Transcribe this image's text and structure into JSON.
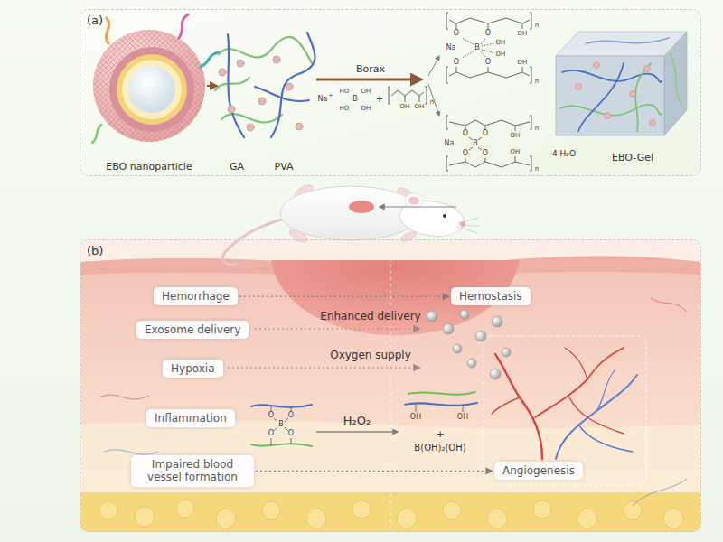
{
  "diagram": {
    "nodes": [
      {
        "text": [
          "(a)"
        ]
      },
      {
        "text": [
          "(b)"
        ]
      },
      {
        "text": [
          "Hemorrhage"
        ],
        "in": 1
      },
      {
        "text": [
          "Hemostasis"
        ],
        "in": 1
      },
      {
        "text": [
          "Exosome delivery"
        ],
        "in": 1
      },
      {
        "text": [
          "Hypoxia"
        ],
        "in": 1
      },
      {
        "text": [
          "Inflammation"
        ],
        "in": 1
      },
      {
        "text": [
          "Impaired blood vessel formation"
        ],
        "in": 1
      },
      {
        "text": [
          "Angiogenesis"
        ],
        "in": 1
      }
    ],
    "edges": [
      {
        "from": 2,
        "to": 3,
        "arrow": "to"
      },
      {
        "from": 7,
        "to": 8,
        "arrow": "to"
      }
    ],
    "labels": [
      "EBO nanoparticle",
      "GA",
      "PVA",
      "Borax",
      "Na",
      "+",
      "HO",
      "OH",
      "B",
      "HO",
      "OH",
      "+",
      "OH",
      "OH",
      "n",
      "O",
      "O",
      "OH",
      "Na",
      "B",
      "OH",
      "OH",
      "O",
      "O",
      "OH",
      "n",
      "n",
      "O",
      "O",
      "Na",
      "B",
      "O",
      "O",
      "OH",
      "OH",
      "n",
      "n",
      "4 H₂O",
      "EBO-Gel",
      "Enhanced delivery",
      "Oxygen supply",
      "H₂O₂",
      "O",
      "O",
      "B",
      "O",
      "O",
      "OH",
      "OH",
      "+",
      "B(OH)₂(OH)"
    ]
  }
}
